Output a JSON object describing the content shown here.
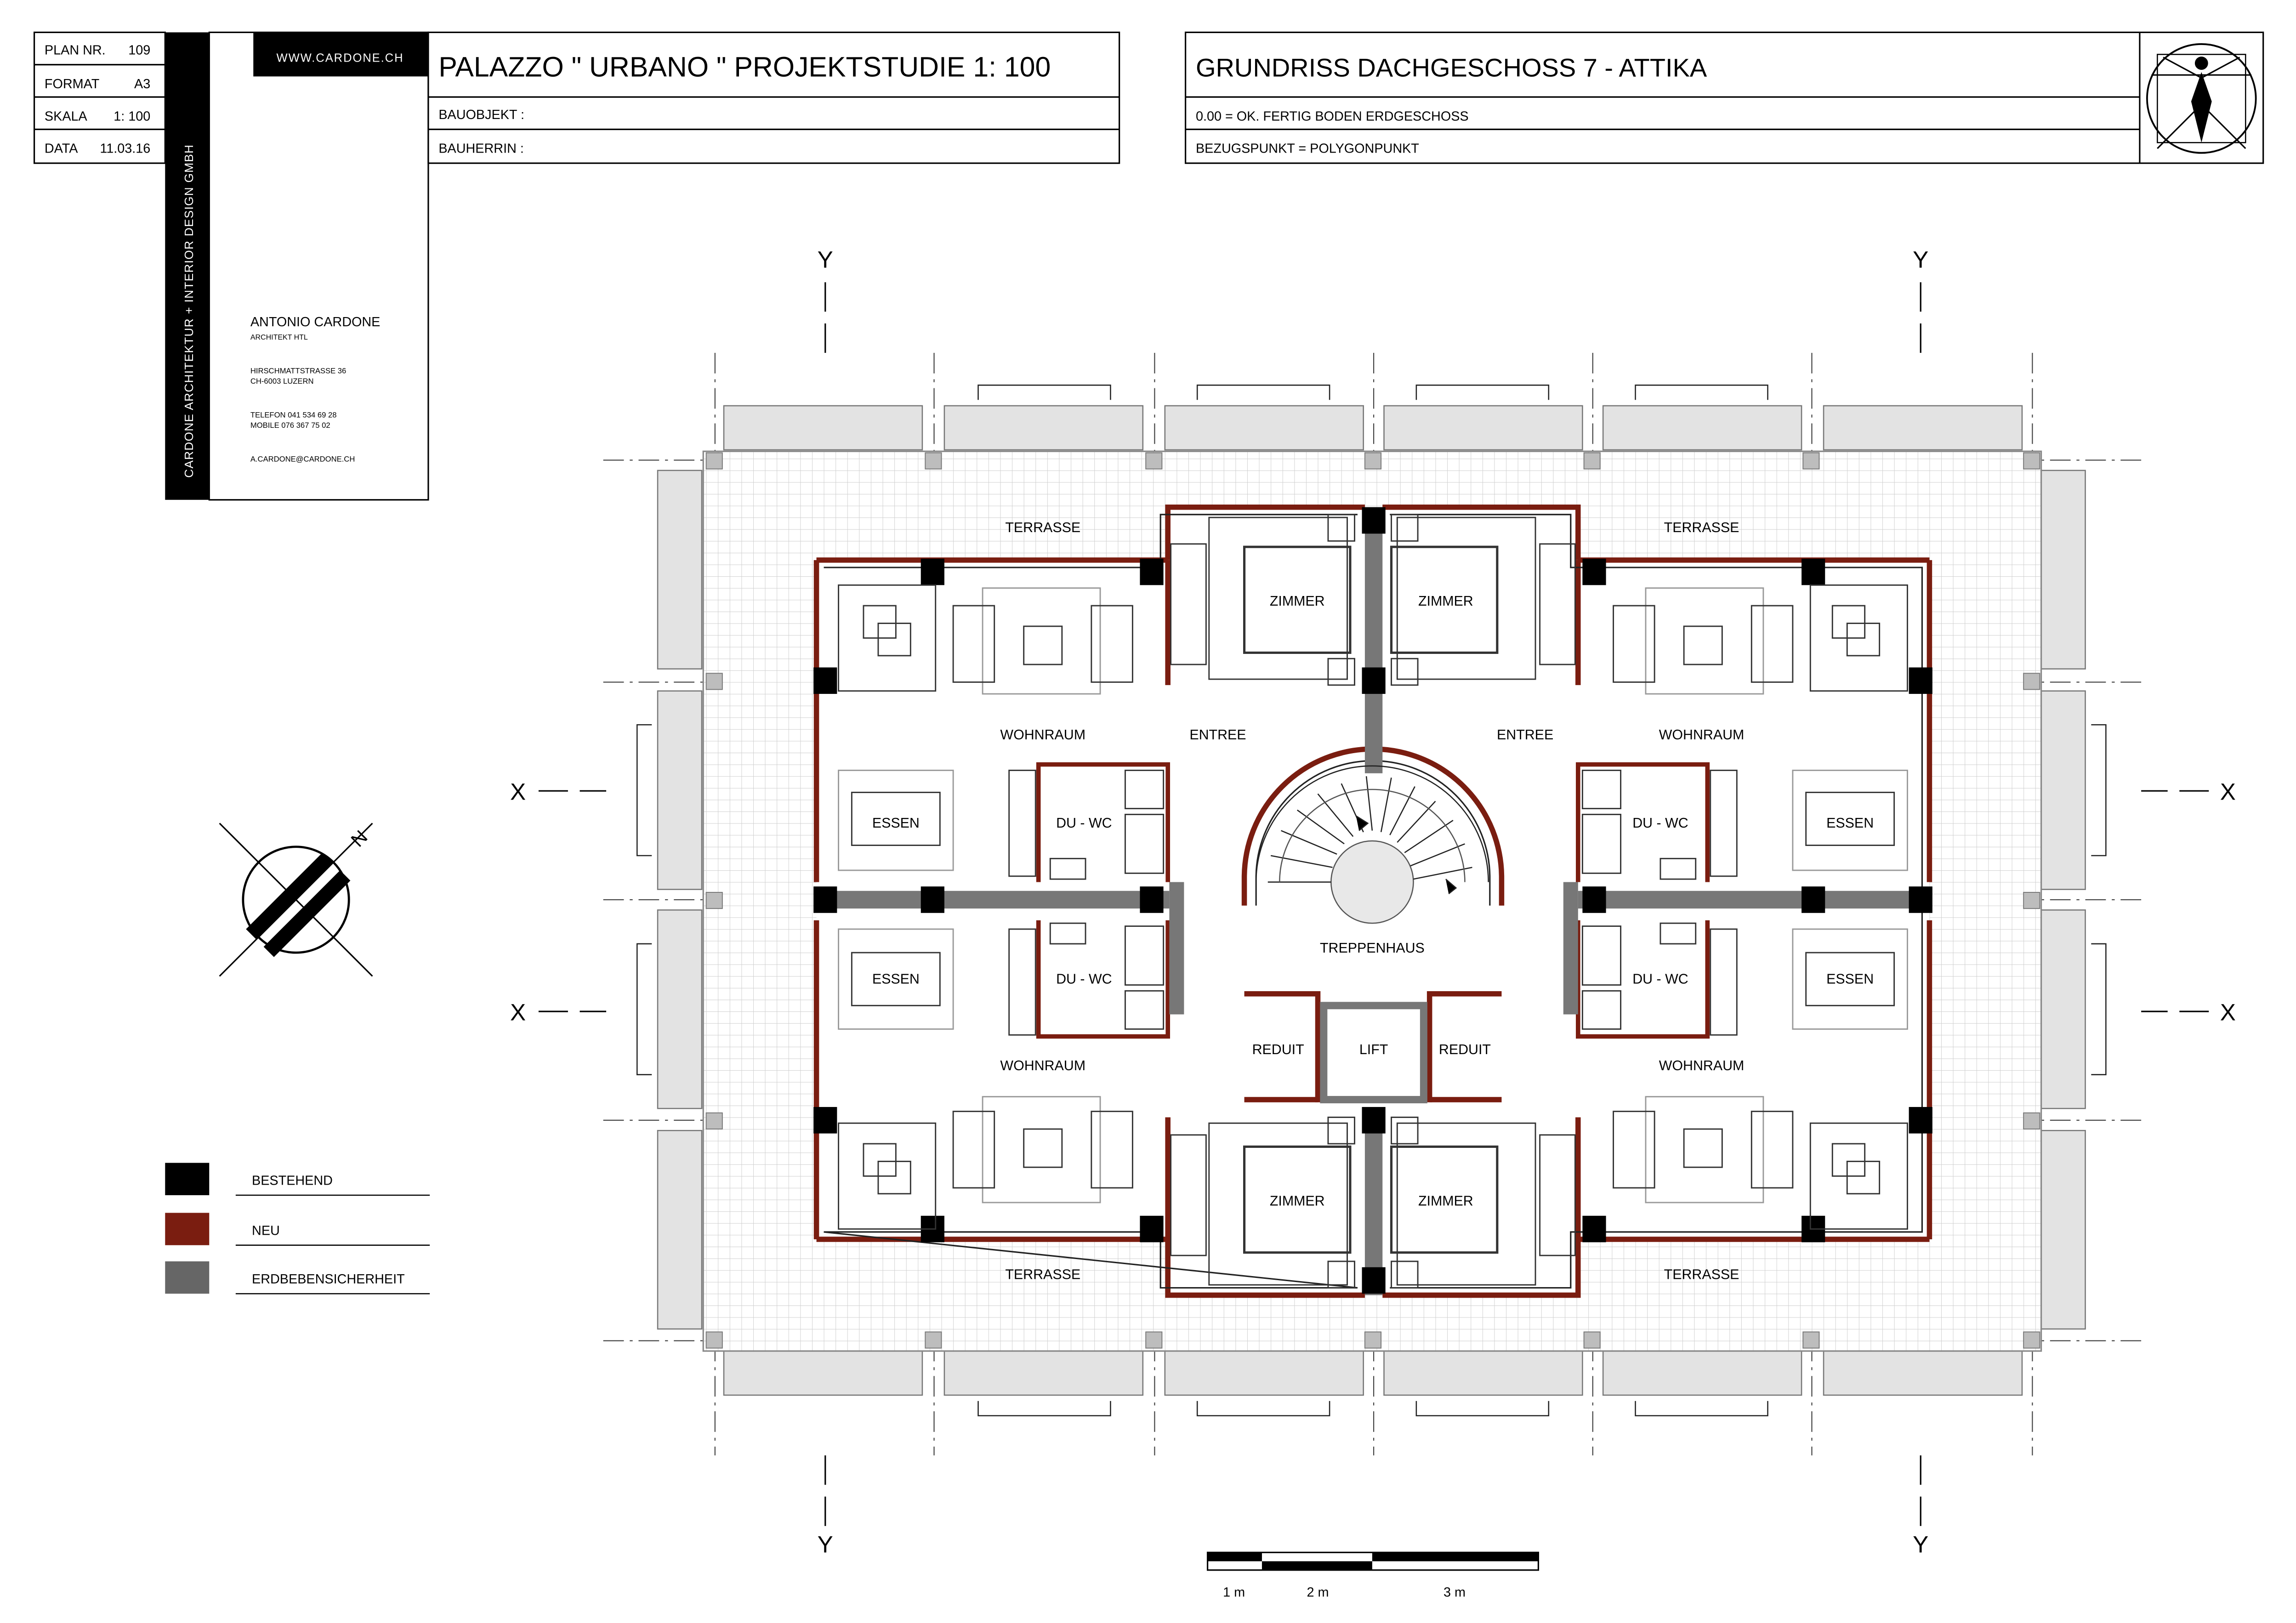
{
  "info_box": {
    "plan_nr_label": "PLAN NR.",
    "plan_nr": "109",
    "format_label": "FORMAT",
    "format": "A3",
    "skala_label": "SKALA",
    "skala": "1: 100",
    "data_label": "DATA",
    "data": "11.03.16"
  },
  "company_strip": "CARDONE ARCHITEKTUR + INTERIOR DESIGN GMBH",
  "website": "WWW.CARDONE.CH",
  "contact": {
    "name": "ANTONIO CARDONE",
    "title": "ARCHITEKT HTL",
    "street": "HIRSCHMATTSTRASSE 36",
    "city": "CH-6003 LUZERN",
    "telefon": "TELEFON 041 534 69 28",
    "mobile": "MOBILE   076 367 75 02",
    "email": "A.CARDONE@CARDONE.CH"
  },
  "project": {
    "title": "PALAZZO \" URBANO \"  PROJEKTSTUDIE    1: 100",
    "bauobjekt": "BAUOBJEKT :",
    "bauherrin": "BAUHERRIN :"
  },
  "plan": {
    "title": "GRUNDRISS  DACHGESCHOSS 7 - ATTIKA",
    "level": "0.00 = OK. FERTIG  BODEN  ERDGESCHOSS",
    "bezugspunkt": "BEZUGSPUNKT = POLYGONPUNKT"
  },
  "axes": {
    "y": "Y",
    "x": "X"
  },
  "north": "N",
  "rooms": {
    "terrasse": "TERRASSE",
    "zimmer": "ZIMMER",
    "wohnraum": "WOHNRAUM",
    "entree": "ENTREE",
    "essen": "ESSEN",
    "du_wc": "DU - WC",
    "treppenhaus": "TREPPENHAUS",
    "reduit": "REDUIT",
    "lift": "LIFT"
  },
  "legend": [
    {
      "label": "BESTEHEND",
      "color": "#000000"
    },
    {
      "label": "NEU",
      "color": "#7a1d10"
    },
    {
      "label": "ERDBEBENSICHERHEIT",
      "color": "#666666"
    }
  ],
  "scale_bar": {
    "label_1": "1 m",
    "label_2": "2 m",
    "label_3": "3 m"
  },
  "colors": {
    "neu": "#7a1d10",
    "bestehend": "#000000",
    "erdbeben": "#666666",
    "panel": "#e3e3e3",
    "grid": "#d4d4d4"
  }
}
